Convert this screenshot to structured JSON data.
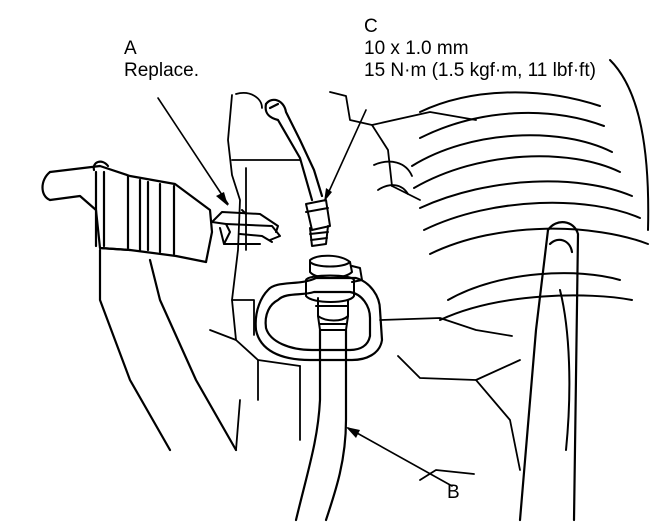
{
  "callouts": {
    "a": {
      "letter": "A",
      "note": "Replace."
    },
    "b": {
      "letter": "B"
    },
    "c": {
      "letter": "C",
      "size": "10 x 1.0 mm",
      "torque": "15 N·m (1.5 kgf·m, 11 lbf·ft)"
    }
  },
  "colors": {
    "line": "#000000",
    "background": "#ffffff"
  }
}
